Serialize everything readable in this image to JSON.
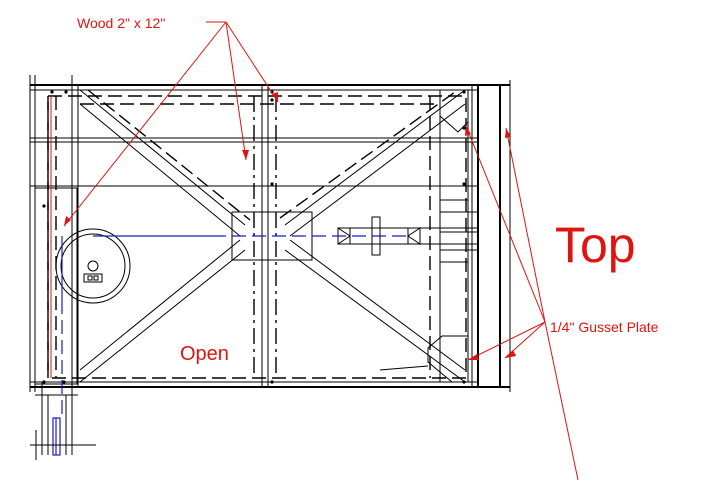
{
  "labels": {
    "wood": "Wood 2\" x 12\"",
    "top": "Top",
    "gusset": "1/4\" Gusset Plate",
    "open": "Open"
  },
  "colors": {
    "annotation": "#e0140f",
    "linework": "#000000",
    "centerline": "#1c1cc8"
  }
}
